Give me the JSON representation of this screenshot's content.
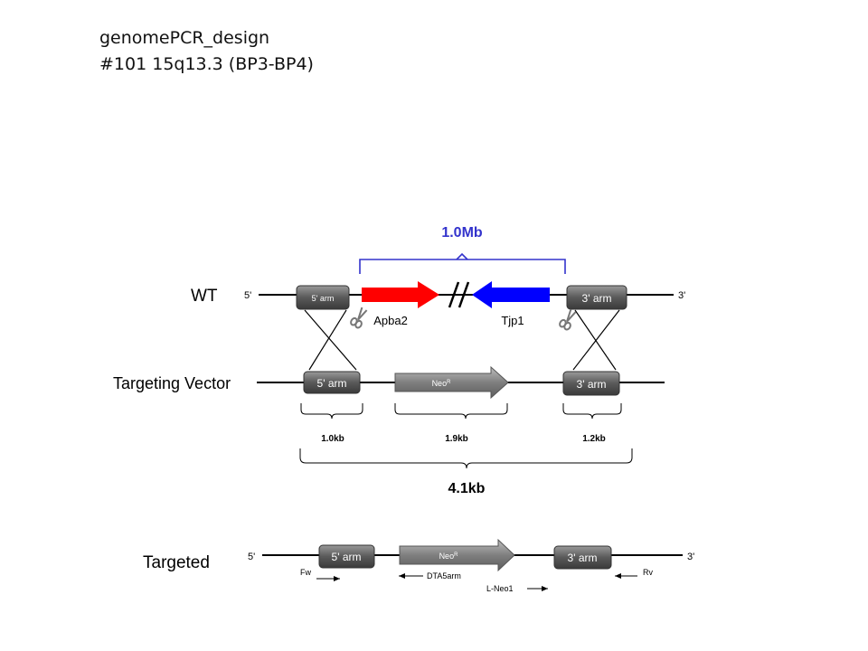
{
  "header": {
    "line1": "genomePCR_design",
    "line2": "#101  15q13.3 (BP3-BP4)"
  },
  "diagram": {
    "colors": {
      "deletion_bracket": "#3333cc",
      "apba2_arrow": "#ff0000",
      "tjp1_arrow": "#0000ff",
      "arm_box": "#555555",
      "neo_arrow": "#7f7f7f"
    },
    "wt": {
      "label": "WT",
      "five_prime": "5'",
      "three_prime": "3'",
      "arm5": "5' arm",
      "arm3": "3' arm",
      "deletion_size": "1.0Mb",
      "gene_left": "Apba2",
      "gene_right": "Tjp1",
      "break_symbol": "//",
      "cut_icon": "scissors-icon"
    },
    "vector": {
      "label": "Targeting Vector",
      "arm5": "5' arm",
      "neo": "Neo",
      "neo_sup": "R",
      "arm3": "3' arm",
      "size_arm5": "1.0kb",
      "size_neo": "1.9kb",
      "size_arm3": "1.2kb",
      "size_total": "4.1kb"
    },
    "targeted": {
      "label": "Targeted",
      "five_prime": "5'",
      "three_prime": "3'",
      "arm5": "5' arm",
      "neo": "Neo",
      "neo_sup": "R",
      "arm3": "3' arm",
      "primer_fw": "Fw",
      "primer_dta": "DTA5arm",
      "primer_lneo": "L-Neo1",
      "primer_rv": "Rv"
    }
  }
}
